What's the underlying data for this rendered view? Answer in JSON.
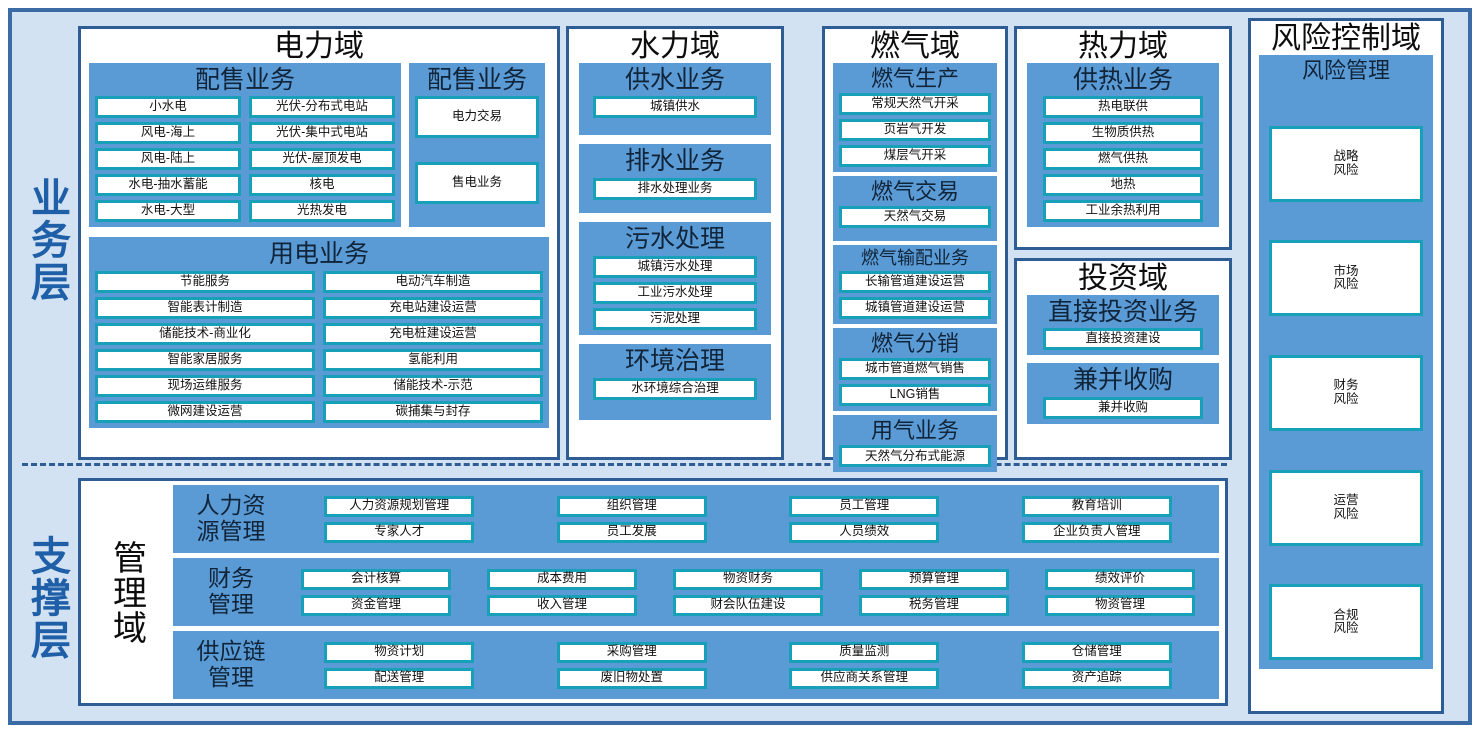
{
  "layers": {
    "business_label": "业务层",
    "support_label": "支撑层"
  },
  "domains": {
    "electric": {
      "title": "电力域",
      "groups": [
        {
          "title": "配售业务",
          "col_left": [
            "小水电",
            "风电-海上",
            "风电-陆上",
            "水电-抽水蓄能",
            "水电-大型"
          ],
          "col_right": [
            "光伏-分布式电站",
            "光伏-集中式电站",
            "光伏-屋顶发电",
            "核电",
            "光热发电"
          ]
        },
        {
          "title": "配售业务",
          "items": [
            "电力交易",
            "售电业务"
          ]
        },
        {
          "title": "用电业务",
          "col_left": [
            "节能服务",
            "智能表计制造",
            "储能技术-商业化",
            "智能家居服务",
            "现场运维服务",
            "微网建设运营"
          ],
          "col_right": [
            "电动汽车制造",
            "充电站建设运营",
            "充电桩建设运营",
            "氢能利用",
            "储能技术-示范",
            "碳捕集与封存"
          ]
        }
      ]
    },
    "water": {
      "title": "水力域",
      "groups": [
        {
          "title": "供水业务",
          "items": [
            "城镇供水"
          ]
        },
        {
          "title": "排水业务",
          "items": [
            "排水处理业务"
          ]
        },
        {
          "title": "污水处理",
          "items": [
            "城镇污水处理",
            "工业污水处理",
            "污泥处理"
          ]
        },
        {
          "title": "环境治理",
          "items": [
            "水环境综合治理"
          ]
        }
      ]
    },
    "gas": {
      "title": "燃气域",
      "groups": [
        {
          "title": "燃气生产",
          "items": [
            "常规天然气开采",
            "页岩气开发",
            "煤层气开采"
          ]
        },
        {
          "title": "燃气交易",
          "items": [
            "天然气交易"
          ]
        },
        {
          "title": "燃气输配业务",
          "items": [
            "长输管道建设运营",
            "城镇管道建设运营"
          ]
        },
        {
          "title": "燃气分销",
          "items": [
            "城市管道燃气销售",
            "LNG销售"
          ]
        },
        {
          "title": "用气业务",
          "items": [
            "天然气分布式能源"
          ]
        }
      ]
    },
    "heat": {
      "title": "热力域",
      "groups": [
        {
          "title": "供热业务",
          "items": [
            "热电联供",
            "生物质供热",
            "燃气供热",
            "地热",
            "工业余热利用"
          ]
        }
      ]
    },
    "invest": {
      "title": "投资域",
      "groups": [
        {
          "title": "直接投资业务",
          "items": [
            "直接投资建设"
          ]
        },
        {
          "title": "兼并收购",
          "items": [
            "兼并收购"
          ]
        }
      ]
    },
    "risk": {
      "title": "风险控制域",
      "group_title": "风险管理",
      "items": [
        {
          "line1": "战略",
          "line2": "风险"
        },
        {
          "line1": "市场",
          "line2": "风险"
        },
        {
          "line1": "财务",
          "line2": "风险"
        },
        {
          "line1": "运营",
          "line2": "风险"
        },
        {
          "line1": "合规",
          "line2": "风险"
        }
      ]
    },
    "manage": {
      "title": "管理域",
      "rows": [
        {
          "name": "人力资\n源管理",
          "cells": [
            [
              "人力资源规划管理",
              "专家人才"
            ],
            [
              "组织管理",
              "员工发展"
            ],
            [
              "员工管理",
              "人员绩效"
            ],
            [
              "教育培训",
              "企业负责人管理"
            ]
          ]
        },
        {
          "name": "财务\n管理",
          "cells": [
            [
              "会计核算",
              "资金管理"
            ],
            [
              "成本费用",
              "收入管理"
            ],
            [
              "物资财务",
              "财会队伍建设"
            ],
            [
              "预算管理",
              "税务管理"
            ],
            [
              "绩效评价",
              "物资管理"
            ]
          ]
        },
        {
          "name": "供应链\n管理",
          "cells": [
            [
              "物资计划",
              "配送管理"
            ],
            [
              "采购管理",
              "废旧物处置"
            ],
            [
              "质量监测",
              "供应商关系管理"
            ],
            [
              "仓储管理",
              "资产追踪"
            ]
          ]
        }
      ]
    }
  },
  "colors": {
    "frame": "#3A6BA5",
    "background": "#D3E2F2",
    "group_blue": "#5B9BD5",
    "leaf_border": "#17A0B8",
    "label_blue": "#1F5FA8"
  }
}
